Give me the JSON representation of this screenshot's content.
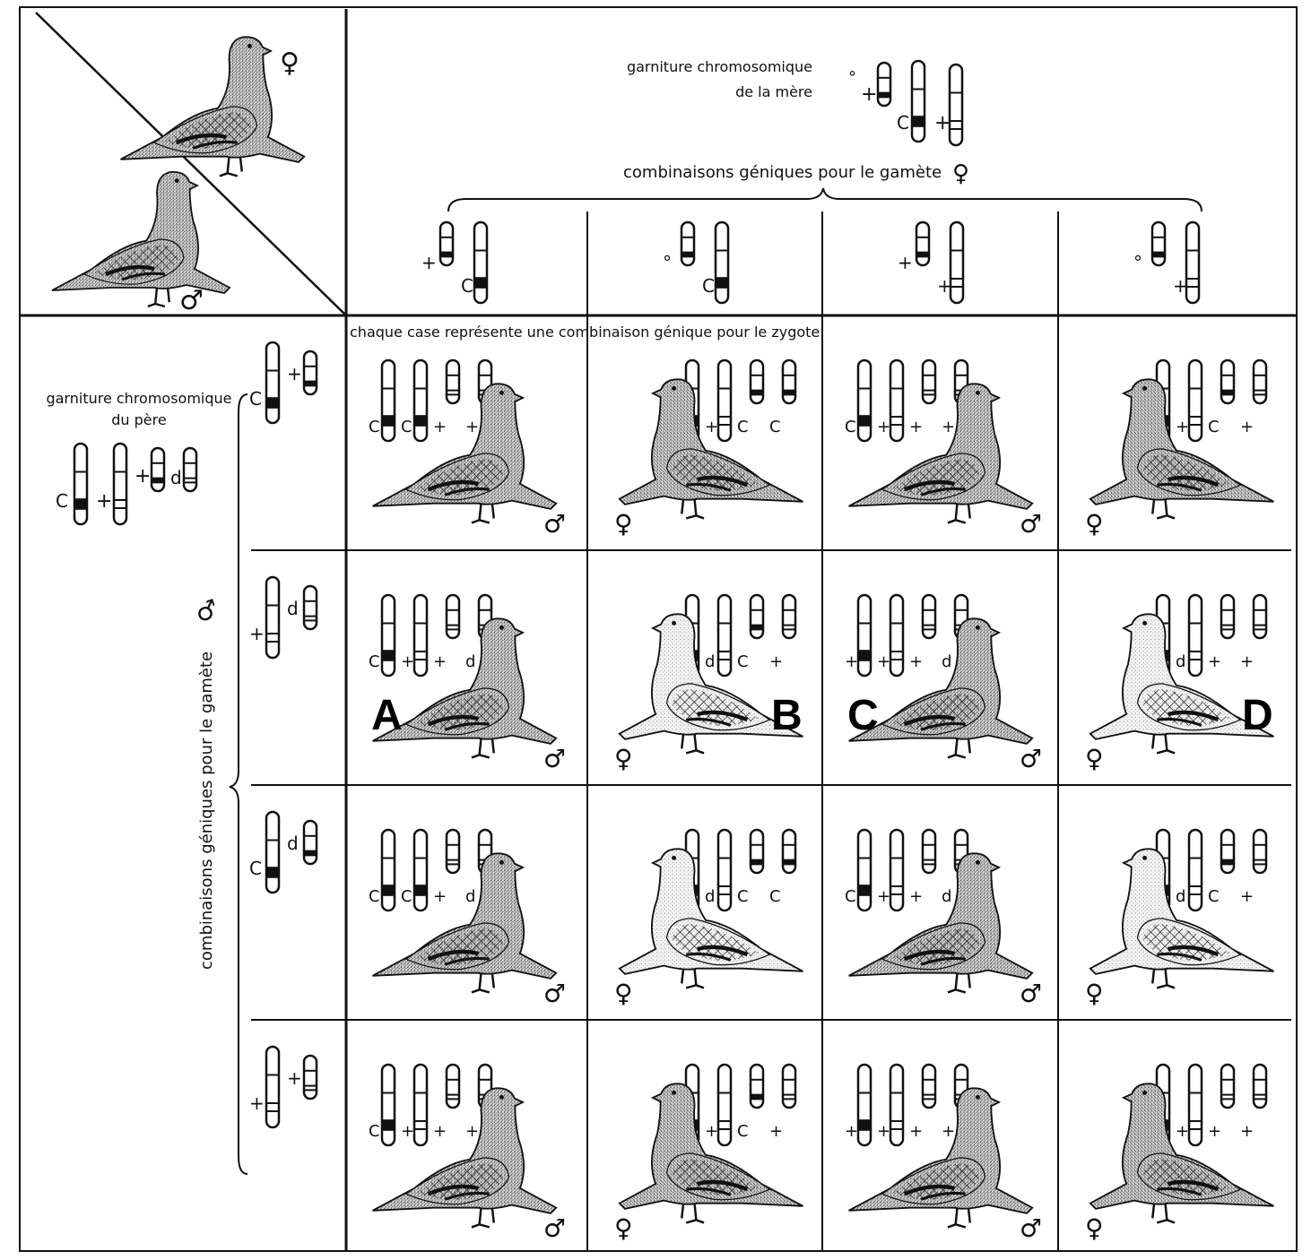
{
  "header": {
    "mother_caption_line1": "garniture chromosomique",
    "mother_caption_line2": "de la mère",
    "female_gamete_caption": "combinaisons géniques pour le gamète",
    "zygote_caption": "chaque case représente une combinaison génique pour le zygote"
  },
  "sidebar": {
    "father_caption_line1": "garniture chromosomique",
    "father_caption_line2": "du père",
    "male_gamete_caption": "combinaisons géniques pour le gamète"
  },
  "symbols": {
    "female": "♀",
    "male": "♂",
    "plus": "+",
    "zero": "°"
  },
  "parents": {
    "mother": {
      "x": "°",
      "a": "+",
      "b": "C",
      "c": "+"
    },
    "father": {
      "a": "C",
      "b": "+",
      "c": "+",
      "d": "d"
    }
  },
  "female_gametes": [
    {
      "x": "+",
      "a": "C"
    },
    {
      "x": "°",
      "a": "C"
    },
    {
      "x": "+",
      "a": "+"
    },
    {
      "x": "°",
      "a": "+"
    }
  ],
  "male_gametes": [
    {
      "a": "C",
      "b": "+"
    },
    {
      "a": "+",
      "b": "d"
    },
    {
      "a": "C",
      "b": "d"
    },
    {
      "a": "+",
      "b": "+"
    }
  ],
  "grid": [
    [
      {
        "sex": "♂",
        "shade": "dark",
        "chk": true,
        "g": "C · C · + · +"
      },
      {
        "sex": "♀",
        "shade": "dark",
        "chk": true,
        "g": "° · + · C · C"
      },
      {
        "sex": "♂",
        "shade": "dark",
        "chk": true,
        "g": "C · + · + · +"
      },
      {
        "sex": "♀",
        "shade": "dark",
        "chk": true,
        "g": "° · + · C · +"
      }
    ],
    [
      {
        "sex": "♂",
        "shade": "dark",
        "chk": true,
        "g": "C · + · + · d",
        "label": "A"
      },
      {
        "sex": "♀",
        "shade": "light",
        "chk": true,
        "g": "° · d · C · +",
        "label": "B"
      },
      {
        "sex": "♂",
        "shade": "dark",
        "chk": false,
        "g": "+ · + · + · d",
        "label": "C"
      },
      {
        "sex": "♀",
        "shade": "light",
        "chk": false,
        "g": "° · d · + · +",
        "label": "D"
      }
    ],
    [
      {
        "sex": "♂",
        "shade": "dark",
        "chk": true,
        "g": "C · C · + · d"
      },
      {
        "sex": "♀",
        "shade": "light",
        "chk": true,
        "g": "° · d · C · C"
      },
      {
        "sex": "♂",
        "shade": "dark",
        "chk": true,
        "g": "C · + · + · d"
      },
      {
        "sex": "♀",
        "shade": "light",
        "chk": true,
        "g": "° · d · C · +"
      }
    ],
    [
      {
        "sex": "♂",
        "shade": "dark",
        "chk": true,
        "g": "C · + · + · +"
      },
      {
        "sex": "♀",
        "shade": "dark",
        "chk": true,
        "g": "° · + · C · +"
      },
      {
        "sex": "♂",
        "shade": "dark",
        "chk": false,
        "g": "+ · + · + · +"
      },
      {
        "sex": "♀",
        "shade": "dark",
        "chk": false,
        "g": "° · + · + · +"
      }
    ]
  ]
}
